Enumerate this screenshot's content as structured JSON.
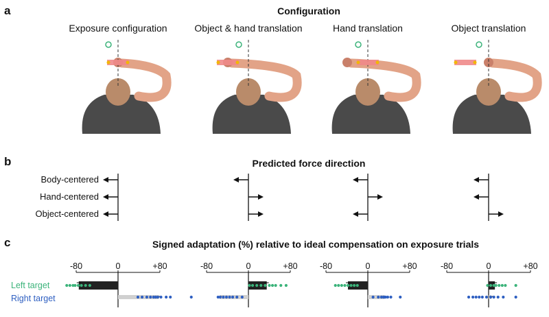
{
  "panel_a": {
    "letter": "a",
    "title": "Configuration",
    "columns": [
      "Exposure configuration",
      "Object & hand translation",
      "Hand translation",
      "Object translation"
    ]
  },
  "panel_b": {
    "letter": "b",
    "title": "Predicted force direction",
    "rows": [
      "Body-centered",
      "Hand-centered",
      "Object-centered"
    ],
    "predicted_directions": [
      [
        "left",
        "left",
        "left"
      ],
      [
        "left",
        "right",
        "right"
      ],
      [
        "left",
        "right",
        "left"
      ],
      [
        "left",
        "left",
        "right"
      ]
    ]
  },
  "panel_c": {
    "letter": "c",
    "title": "Signed adaptation (%) relative to ideal compensation on exposure trials",
    "targets": [
      "Left target",
      "Right target"
    ],
    "colors": {
      "left": "#3bb37a",
      "right": "#2e5fc1",
      "bar_left": "#222222",
      "bar_right": "#d0d0d0",
      "arm": "#e2a387",
      "head": "#b98b6a",
      "shirt": "#4a4a4a",
      "object_bar": "#f08a8a",
      "object_dot": "#f2b705"
    },
    "chart_data": [
      {
        "type": "bar",
        "tick_labels": [
          "-80",
          "0",
          "+80"
        ],
        "xlim": [
          -80,
          80
        ],
        "series": [
          {
            "name": "Left target",
            "mean": -75,
            "points": [
              -98,
              -92,
              -86,
              -82,
              -76,
              -70,
              -62,
              -54
            ]
          },
          {
            "name": "Right target",
            "mean": 78,
            "points": [
              38,
              46,
              55,
              62,
              68,
              72,
              76,
              82,
              92,
              100,
              140
            ]
          }
        ]
      },
      {
        "type": "bar",
        "tick_labels": [
          "-80",
          "0",
          "+80"
        ],
        "xlim": [
          -80,
          80
        ],
        "series": [
          {
            "name": "Left target",
            "mean": 35,
            "points": [
              2,
              8,
              16,
              24,
              32,
              40,
              46,
              52,
              62,
              72
            ]
          },
          {
            "name": "Right target",
            "mean": -55,
            "points": [
              -58,
              -54,
              -48,
              -42,
              -36,
              -30,
              -22,
              -12
            ]
          }
        ]
      },
      {
        "type": "bar",
        "tick_labels": [
          "-80",
          "0",
          "+80"
        ],
        "xlim": [
          -80,
          80
        ],
        "series": [
          {
            "name": "Left target",
            "mean": -38,
            "points": [
              -62,
              -56,
              -50,
              -44,
              -38,
              -32,
              -26,
              -20
            ]
          },
          {
            "name": "Right target",
            "mean": 32,
            "points": [
              10,
              20,
              26,
              30,
              32,
              34,
              38,
              44,
              62
            ]
          }
        ]
      },
      {
        "type": "bar",
        "tick_labels": [
          "-80",
          "0",
          "+80"
        ],
        "xlim": [
          -80,
          80
        ],
        "series": [
          {
            "name": "Left target",
            "mean": 12,
            "points": [
              -2,
              4,
              10,
              14,
              20,
              26,
              32,
              52
            ]
          },
          {
            "name": "Right target",
            "mean": 5,
            "points": [
              -38,
              -30,
              -24,
              -18,
              -12,
              -4,
              4,
              10,
              18,
              28,
              52
            ]
          }
        ]
      }
    ]
  }
}
